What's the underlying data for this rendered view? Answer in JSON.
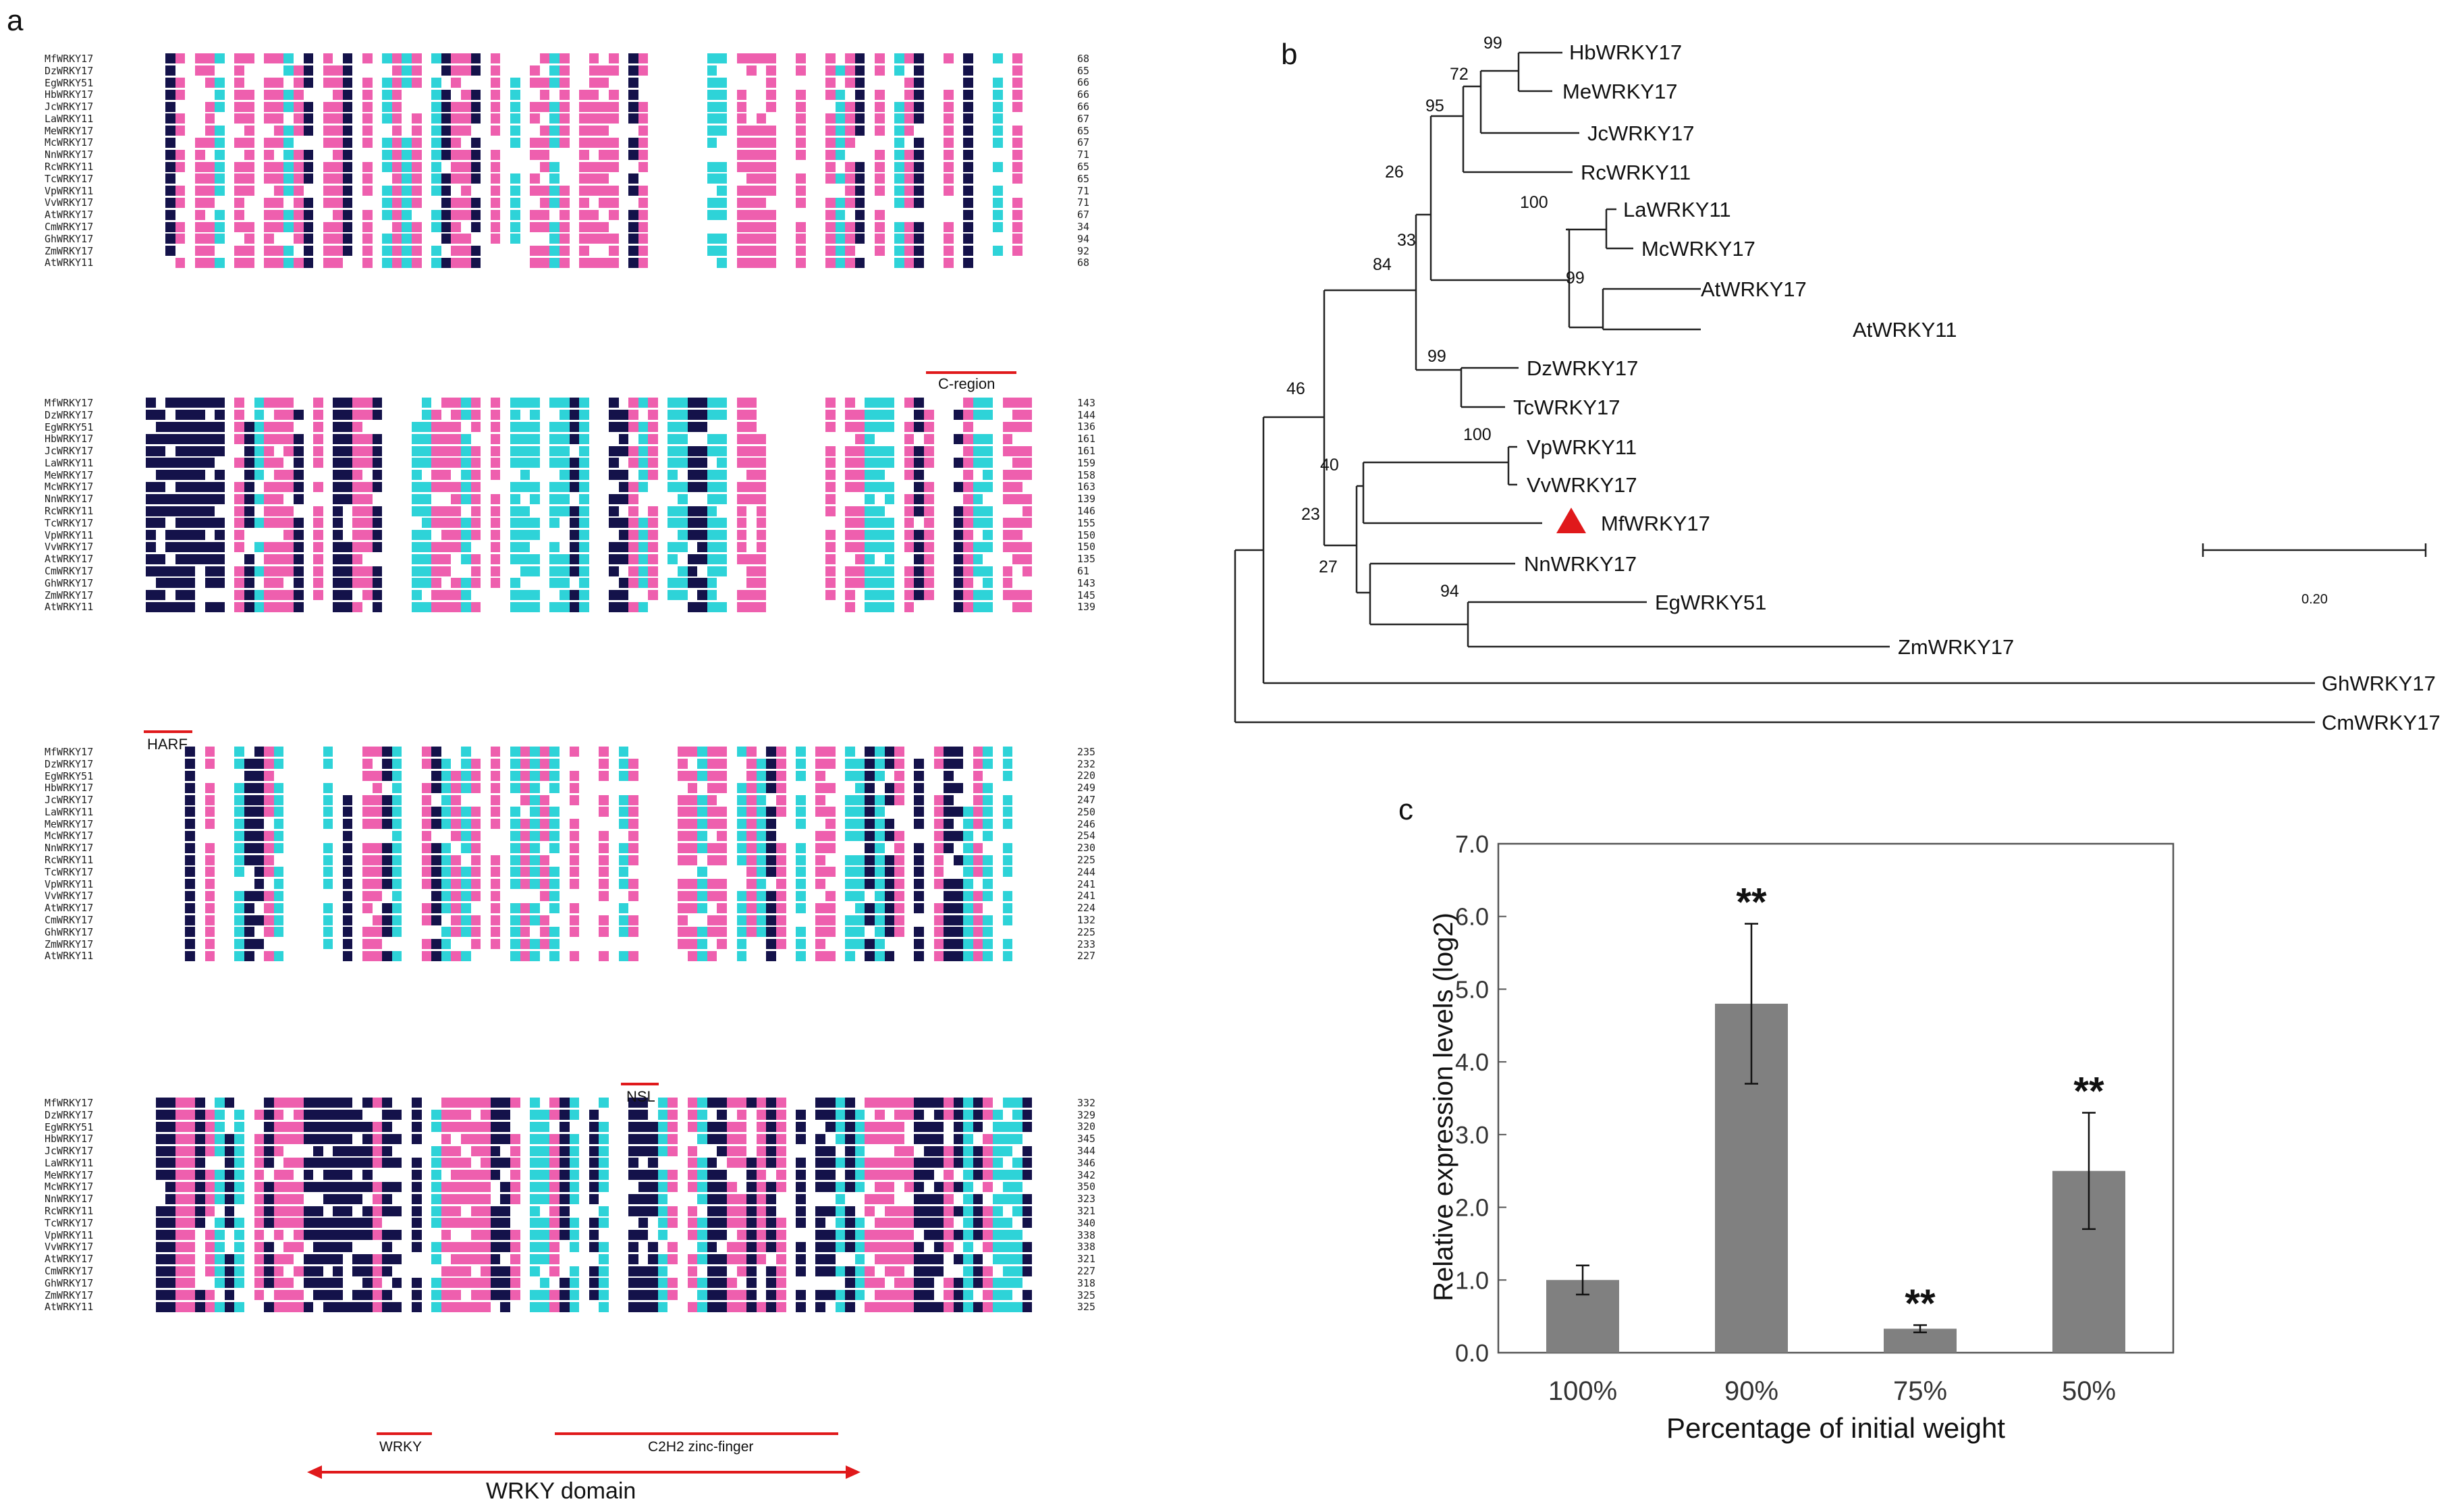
{
  "panel_a": {
    "letter": "a",
    "blocks": [
      {
        "rows": [
          {
            "name": "MfWRKY17",
            "end": "68"
          },
          {
            "name": "DzWRKY17",
            "end": "65"
          },
          {
            "name": "EgWRKY51",
            "end": "66"
          },
          {
            "name": "HbWRKY17",
            "end": "66"
          },
          {
            "name": "JcWRKY17",
            "end": "66"
          },
          {
            "name": "LaWRKY11",
            "end": "67"
          },
          {
            "name": "MeWRKY17",
            "end": "65"
          },
          {
            "name": "McWRKY17",
            "end": "67"
          },
          {
            "name": "NnWRKY17",
            "end": "71"
          },
          {
            "name": "RcWRKY11",
            "end": "65"
          },
          {
            "name": "TcWRKY17",
            "end": "65"
          },
          {
            "name": "VpWRKY11",
            "end": "71"
          },
          {
            "name": "VvWRKY17",
            "end": "71"
          },
          {
            "name": "AtWRKY17",
            "end": "67"
          },
          {
            "name": "CmWRKY17",
            "end": "34"
          },
          {
            "name": "GhWRKY17",
            "end": "94"
          },
          {
            "name": "ZmWRKY17",
            "end": "92"
          },
          {
            "name": "AtWRKY11",
            "end": "68"
          }
        ],
        "feature": "C-region"
      },
      {
        "rows": [
          {
            "name": "MfWRKY17",
            "end": "143"
          },
          {
            "name": "DzWRKY17",
            "end": "144"
          },
          {
            "name": "EgWRKY51",
            "end": "136"
          },
          {
            "name": "HbWRKY17",
            "end": "161"
          },
          {
            "name": "JcWRKY17",
            "end": "161"
          },
          {
            "name": "LaWRKY11",
            "end": "159"
          },
          {
            "name": "MeWRKY17",
            "end": "158"
          },
          {
            "name": "McWRKY17",
            "end": "163"
          },
          {
            "name": "NnWRKY17",
            "end": "139"
          },
          {
            "name": "RcWRKY11",
            "end": "146"
          },
          {
            "name": "TcWRKY17",
            "end": "155"
          },
          {
            "name": "VpWRKY11",
            "end": "150"
          },
          {
            "name": "VvWRKY17",
            "end": "150"
          },
          {
            "name": "AtWRKY17",
            "end": "135"
          },
          {
            "name": "CmWRKY17",
            "end": "61"
          },
          {
            "name": "GhWRKY17",
            "end": "143"
          },
          {
            "name": "ZmWRKY17",
            "end": "145"
          },
          {
            "name": "AtWRKY11",
            "end": "139"
          }
        ],
        "feature": "HARF"
      },
      {
        "rows": [
          {
            "name": "MfWRKY17",
            "end": "235"
          },
          {
            "name": "DzWRKY17",
            "end": "232"
          },
          {
            "name": "EgWRKY51",
            "end": "220"
          },
          {
            "name": "HbWRKY17",
            "end": "249"
          },
          {
            "name": "JcWRKY17",
            "end": "247"
          },
          {
            "name": "LaWRKY11",
            "end": "250"
          },
          {
            "name": "MeWRKY17",
            "end": "246"
          },
          {
            "name": "McWRKY17",
            "end": "254"
          },
          {
            "name": "NnWRKY17",
            "end": "230"
          },
          {
            "name": "RcWRKY11",
            "end": "225"
          },
          {
            "name": "TcWRKY17",
            "end": "244"
          },
          {
            "name": "VpWRKY11",
            "end": "241"
          },
          {
            "name": "VvWRKY17",
            "end": "241"
          },
          {
            "name": "AtWRKY17",
            "end": "224"
          },
          {
            "name": "CmWRKY17",
            "end": "132"
          },
          {
            "name": "GhWRKY17",
            "end": "225"
          },
          {
            "name": "ZmWRKY17",
            "end": "233"
          },
          {
            "name": "AtWRKY11",
            "end": "227"
          }
        ],
        "feature": "NSL"
      },
      {
        "rows": [
          {
            "name": "MfWRKY17",
            "end": "332"
          },
          {
            "name": "DzWRKY17",
            "end": "329"
          },
          {
            "name": "EgWRKY51",
            "end": "320"
          },
          {
            "name": "HbWRKY17",
            "end": "345"
          },
          {
            "name": "JcWRKY17",
            "end": "344"
          },
          {
            "name": "LaWRKY11",
            "end": "346"
          },
          {
            "name": "MeWRKY17",
            "end": "342"
          },
          {
            "name": "McWRKY17",
            "end": "350"
          },
          {
            "name": "NnWRKY17",
            "end": "323"
          },
          {
            "name": "RcWRKY11",
            "end": "321"
          },
          {
            "name": "TcWRKY17",
            "end": "340"
          },
          {
            "name": "VpWRKY11",
            "end": "338"
          },
          {
            "name": "VvWRKY17",
            "end": "338"
          },
          {
            "name": "AtWRKY17",
            "end": "321"
          },
          {
            "name": "CmWRKY17",
            "end": "227"
          },
          {
            "name": "GhWRKY17",
            "end": "318"
          },
          {
            "name": "ZmWRKY17",
            "end": "325"
          },
          {
            "name": "AtWRKY11",
            "end": "325"
          }
        ],
        "feature_wrky": "WRKY",
        "feature_zinc": "C2H2 zinc-finger",
        "domain_label": "WRKY domain"
      }
    ],
    "colors": {
      "identical": "#14124a",
      "high": "#ee5fae",
      "mid": "#2ed3d8",
      "bar": "#e0191b"
    }
  },
  "panel_b": {
    "letter": "b",
    "leaves": [
      "HbWRKY17",
      "MeWRKY17",
      "JcWRKY17",
      "RcWRKY11",
      "LaWRKY11",
      "McWRKY17",
      "AtWRKY17",
      "AtWRKY11",
      "DzWRKY17",
      "TcWRKY17",
      "VpWRKY11",
      "VvWRKY17",
      "MfWRKY17",
      "NnWRKY17",
      "EgWRKY51",
      "ZmWRKY17",
      "GhWRKY17",
      "CmWRKY17"
    ],
    "bootstrap": [
      "99",
      "72",
      "95",
      "26",
      "100",
      "33",
      "84",
      "99",
      "99",
      "46",
      "100",
      "40",
      "23",
      "27",
      "94"
    ],
    "scale": "0.20",
    "marker_color": "#e0191b"
  },
  "panel_c": {
    "letter": "c",
    "chart_data": {
      "type": "bar",
      "categories": [
        "100%",
        "90%",
        "75%",
        "50%"
      ],
      "values": [
        1.0,
        4.8,
        0.33,
        2.5
      ],
      "errors": [
        0.2,
        1.1,
        0.05,
        0.8
      ],
      "significance": [
        "",
        "**",
        "**",
        "**"
      ],
      "ylim": [
        0,
        7
      ],
      "yticks": [
        "0.0",
        "1.0",
        "2.0",
        "3.0",
        "4.0",
        "5.0",
        "6.0",
        "7.0"
      ],
      "ylabel": "Relative expression levels (log2)",
      "xlabel": "Percentage of initial weight",
      "bar_color": "#808080"
    }
  }
}
